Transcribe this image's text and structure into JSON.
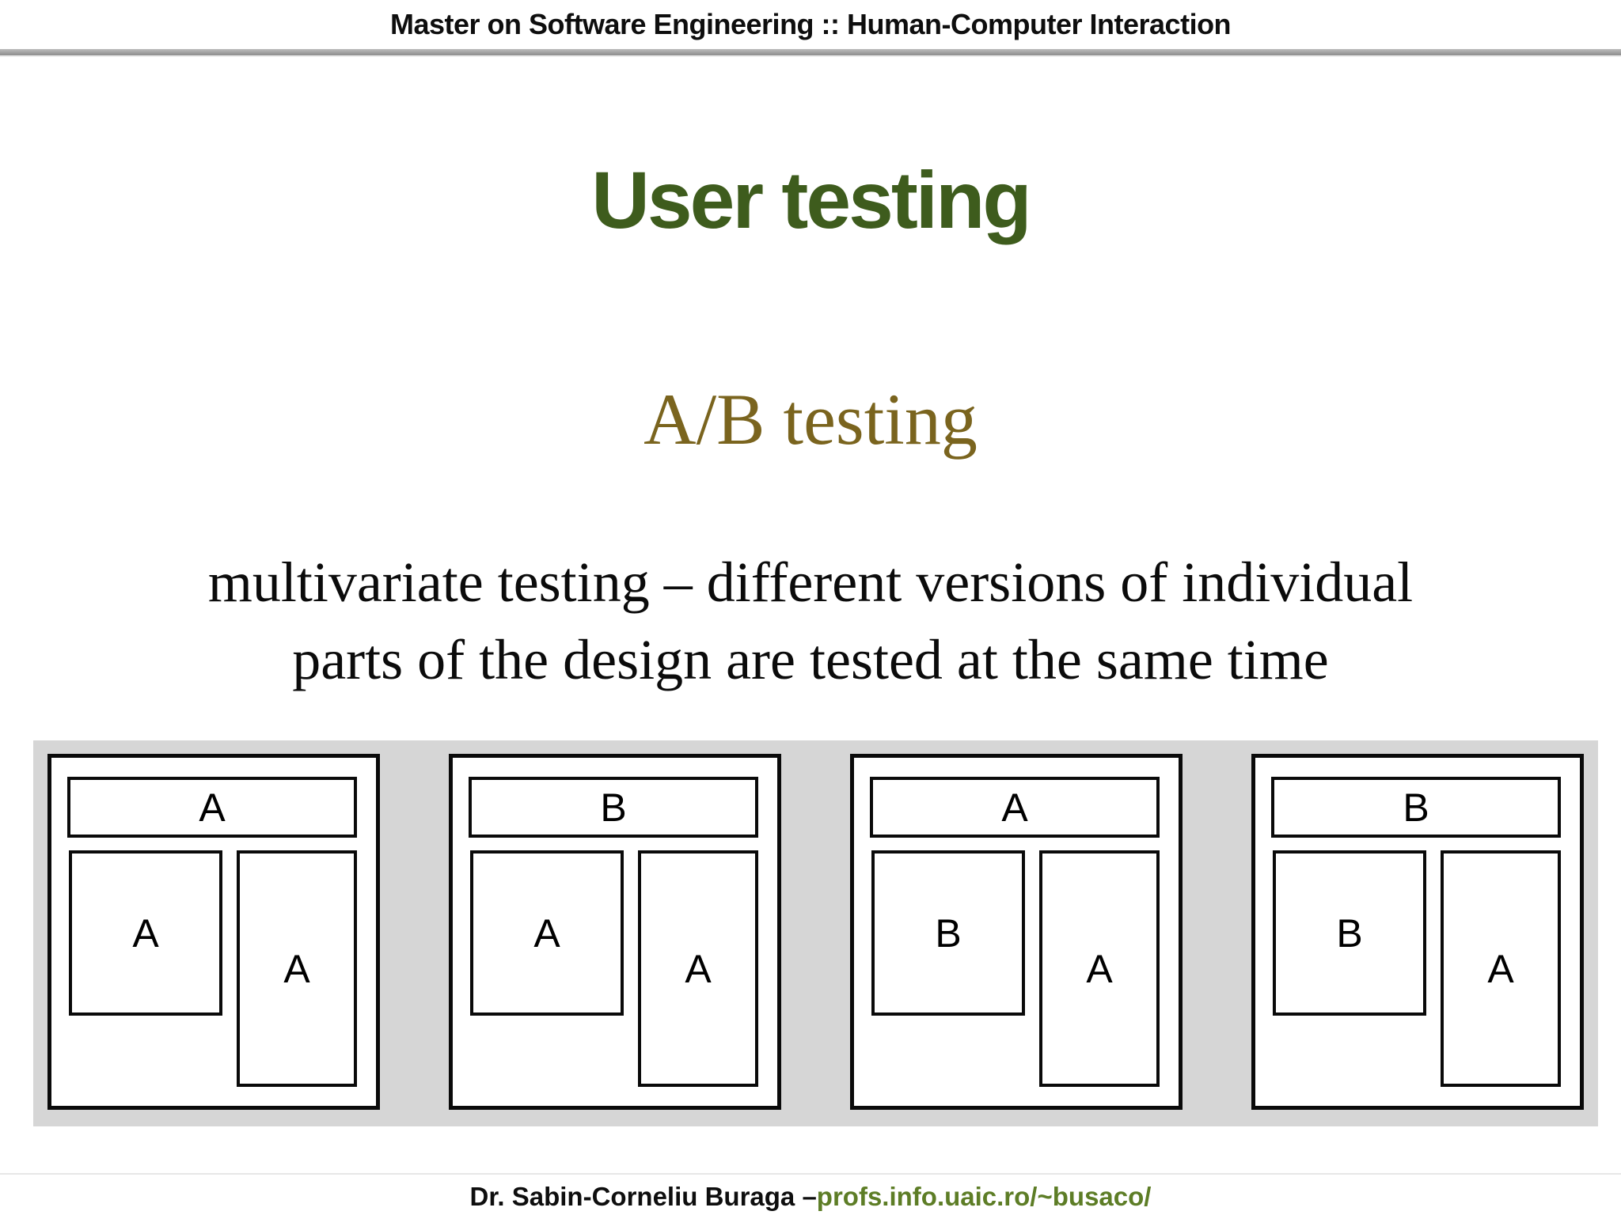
{
  "header": {
    "title": "Master on Software Engineering :: Human-Computer Interaction"
  },
  "slide": {
    "title": "User testing",
    "subtitle": "A/B testing",
    "body_line1": "multivariate testing – different versions of individual",
    "body_line2": "parts of the design are tested at the same time"
  },
  "variants": [
    {
      "header": "A",
      "left": "A",
      "right": "A"
    },
    {
      "header": "B",
      "left": "A",
      "right": "A"
    },
    {
      "header": "A",
      "left": "B",
      "right": "A"
    },
    {
      "header": "B",
      "left": "B",
      "right": "A"
    }
  ],
  "footer": {
    "author": "Dr. Sabin-Corneliu Buraga – ",
    "link": "profs.info.uaic.ro/~busaco/"
  },
  "colors": {
    "title_green": "#3e5c1d",
    "subtitle_gold": "#7a641e",
    "link_olive": "#5d7d26",
    "band_gray": "#d6d6d6"
  }
}
